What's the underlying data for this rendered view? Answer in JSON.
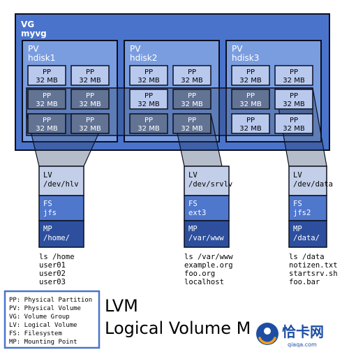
{
  "vg": {
    "type": "VG",
    "name": "myvg"
  },
  "pvs": [
    {
      "type": "PV",
      "name": "hdisk1"
    },
    {
      "type": "PV",
      "name": "hdisk2"
    },
    {
      "type": "PV",
      "name": "hdisk3"
    }
  ],
  "pp": {
    "type": "PP",
    "size": "32 MB"
  },
  "volumes": [
    {
      "lv_type": "LV",
      "lv_name": "/dev/hlv",
      "fs_type": "FS",
      "fs_name": "jfs",
      "mp_type": "MP",
      "mp_name": "/home/",
      "listing": [
        "ls /home",
        "user01",
        "user02",
        "user03"
      ]
    },
    {
      "lv_type": "LV",
      "lv_name": "/dev/srvlv",
      "fs_type": "FS",
      "fs_name": "ext3",
      "mp_type": "MP",
      "mp_name": "/var/www",
      "listing": [
        "ls /var/www",
        "example.org",
        "foo.org",
        "localhost"
      ]
    },
    {
      "lv_type": "LV",
      "lv_name": "/dev/data",
      "fs_type": "FS",
      "fs_name": "jfs2",
      "mp_type": "MP",
      "mp_name": "/data/",
      "listing": [
        "ls /data",
        "notizen.txt",
        "startsrv.sh",
        "foo.bar"
      ]
    }
  ],
  "legend": [
    "PP: Physical Partition",
    "PV: Physical Volume",
    "VG: Volume Group",
    "LV: Logical Volume",
    "FS: Filesystem",
    "MP: Mounting Point"
  ],
  "title": {
    "line1": "LVM",
    "line2": "Logical Volume M"
  },
  "watermark": {
    "name": "恰卡网",
    "url": "qiaqa.com"
  },
  "colors": {
    "vg_fill": "#4a74cc",
    "pv_fill": "#7a9de0",
    "pp_light": "#b9c9ee",
    "pp_dark": "#627394",
    "lv_fill": "#c3cfe8",
    "fs_fill": "#4f77cc",
    "mp_fill": "#2e4f9e",
    "watermark": "#1d4ea3",
    "watermark_ring": "#f0a020"
  }
}
